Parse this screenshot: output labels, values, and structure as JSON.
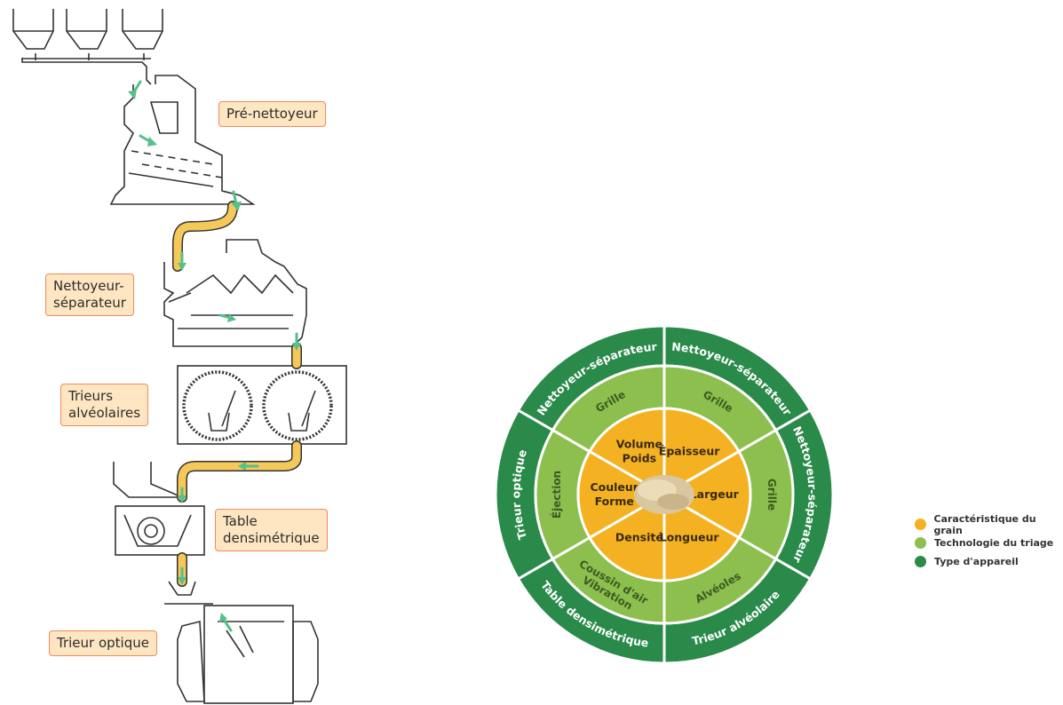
{
  "process": {
    "labels": {
      "pre_nettoyeur": "Pré-nettoyeur",
      "nettoyeur_separateur": [
        "Nettoyeur-",
        "séparateur"
      ],
      "trieurs_alveolaires": [
        "Trieurs",
        "alvéolaires"
      ],
      "table_densimetrique": [
        "Table",
        "densimétrique"
      ],
      "trieur_optique": "Trieur optique"
    }
  },
  "wheel": {
    "outer": {
      "ring_label": "Type d'appareil",
      "segments": [
        "Nettoyeur-séparateur",
        "Nettoyeur-séparateur",
        "Nettoyeur-séparateur",
        "Trieur alvéolaire",
        "Table densimétrique",
        "Trieur optique"
      ]
    },
    "middle": {
      "ring_label": "Technologie du triage",
      "segments": [
        "Grille",
        "Grille",
        "Grille",
        "Alvéoles",
        [
          "Coussin d'air",
          "Vibration"
        ],
        "Éjection"
      ]
    },
    "inner": {
      "ring_label": "Caractéristique du grain",
      "segments": [
        [
          "Volume",
          "Poids"
        ],
        "Épaisseur",
        "Largeur",
        "Longueur",
        "Densité",
        [
          "Couleur",
          "Forme"
        ]
      ]
    }
  },
  "legend": [
    {
      "label": "Caractéristique du grain",
      "color": "#f4b223"
    },
    {
      "label": "Technologie du triage",
      "color": "#8cbf4e"
    },
    {
      "label": "Type d'appareil",
      "color": "#2a8a4a"
    }
  ],
  "colors": {
    "inner": "#f4b223",
    "middle": "#8cbf4e",
    "outer": "#2a8a4a",
    "label_fill": "#fde6c1",
    "label_border": "#f08a5d",
    "pipe": "#f5c85a",
    "arrow": "#55c08a"
  }
}
